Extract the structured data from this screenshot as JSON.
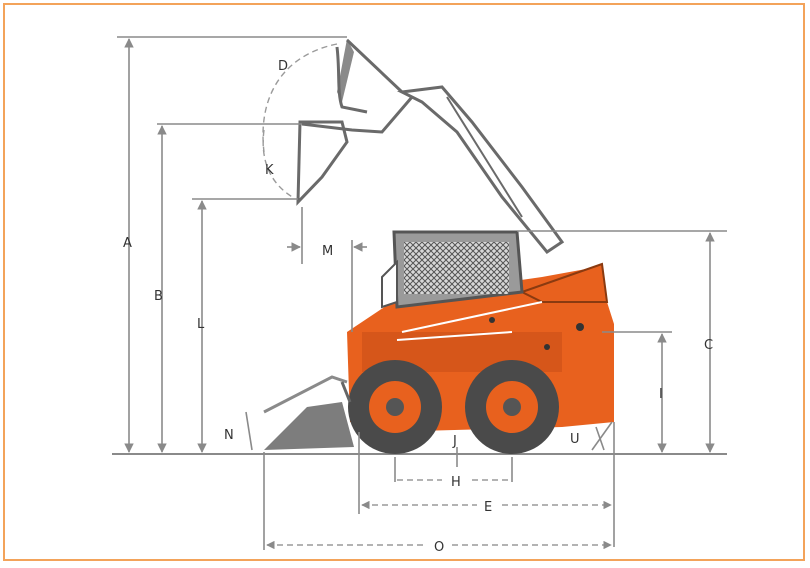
{
  "labels": {
    "A": "A",
    "B": "B",
    "C": "C",
    "D": "D",
    "E": "E",
    "H": "H",
    "I": "I",
    "J": "J",
    "K": "K",
    "L": "L",
    "M": "M",
    "N": "N",
    "O": "O",
    "U": "U"
  },
  "colors": {
    "frame": "#f3a35a",
    "body": "#e8611e",
    "tire": "#4a4a4a",
    "rim": "#e8611e",
    "bucket": "#7d7d7d",
    "lines": "#8a8a8a"
  }
}
